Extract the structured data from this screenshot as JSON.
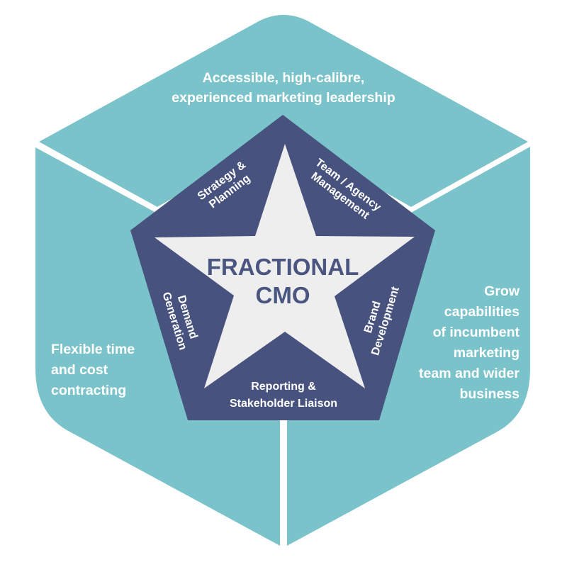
{
  "colors": {
    "outer_panel": "#7bc3ca",
    "pentagon": "#47537e",
    "star": "#eeeeee",
    "center_text": "#4a5580",
    "label_text": "#ffffff",
    "divider": "#ffffff"
  },
  "center": {
    "line1": "FRACTIONAL",
    "line2": "CMO"
  },
  "outer_panels": {
    "top": {
      "lines": [
        "Accessible, high-calibre,",
        "experienced marketing leadership"
      ]
    },
    "left": {
      "lines": [
        "Flexible time",
        "and cost",
        "contracting"
      ]
    },
    "right": {
      "lines": [
        "Grow",
        "capabilities",
        "of incumbent",
        "marketing",
        "team and wider",
        "business"
      ]
    }
  },
  "pentagon_segments": {
    "top_left": {
      "lines": [
        "Strategy &",
        "Planning"
      ]
    },
    "top_right": {
      "lines": [
        "Team / Agency",
        "Management"
      ]
    },
    "right": {
      "lines": [
        "Brand",
        "Development"
      ]
    },
    "bottom": {
      "lines": [
        "Reporting &",
        "Stakeholder Liaison"
      ]
    },
    "left": {
      "lines": [
        "Demand",
        "Generation"
      ]
    }
  }
}
